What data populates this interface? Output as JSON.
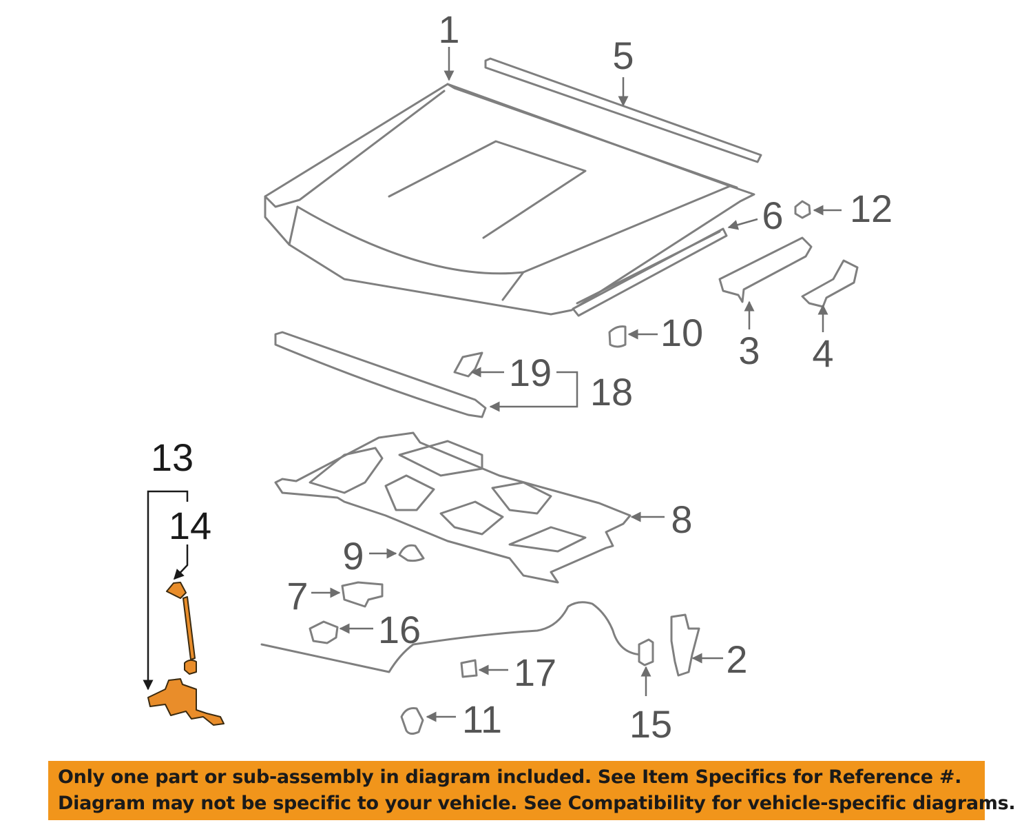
{
  "diagram": {
    "callouts": {
      "c1": "1",
      "c2": "2",
      "c3": "3",
      "c4": "4",
      "c5": "5",
      "c6": "6",
      "c7": "7",
      "c8": "8",
      "c9": "9",
      "c10": "10",
      "c11": "11",
      "c12": "12",
      "c13": "13",
      "c14": "14",
      "c15": "15",
      "c16": "16",
      "c17": "17",
      "c18": "18",
      "c19": "19"
    },
    "highlight_color": "#e98d2a",
    "part_color": "#7f7f7f"
  },
  "disclaimer": {
    "line1": "Only one part or sub-assembly in diagram included. See Item Specifics for Reference #.",
    "line2": "Diagram may not be specific to your vehicle. See Compatibility for vehicle-specific diagrams.",
    "background_color": "#f1951b"
  }
}
